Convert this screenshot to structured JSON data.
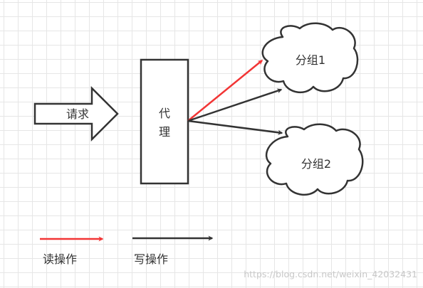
{
  "diagram": {
    "request_label": "请求",
    "proxy_label_line1": "代",
    "proxy_label_line2": "理",
    "group1_label": "分组1",
    "group2_label": "分组2",
    "legend": {
      "read_label": "读操作",
      "write_label": "写操作"
    },
    "watermark": "https://blog.csdn.net/weixin_42032431"
  },
  "colors": {
    "read_arrow": "#f23535",
    "write_arrow": "#333333",
    "stroke": "#333333",
    "grid": "#e6e6e6"
  }
}
